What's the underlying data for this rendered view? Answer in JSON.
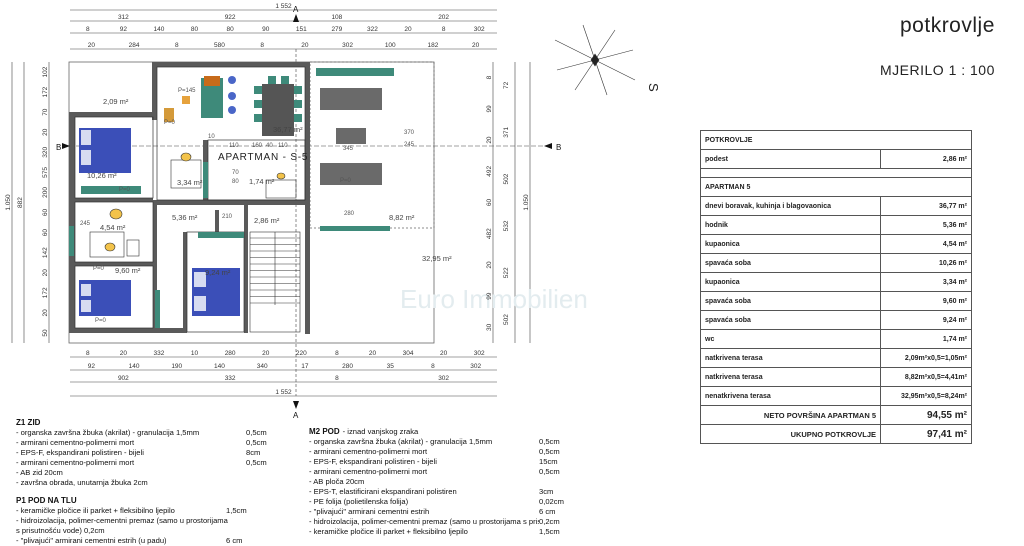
{
  "header": {
    "title": "potkrovlje",
    "scale": "MJERILO 1 : 100",
    "compass_label": "S"
  },
  "plan": {
    "apartment_label": "APARTMAN - S-5",
    "watermark": "Euro Immobilien",
    "section_marks": [
      "B",
      "B",
      "A",
      "A"
    ],
    "rooms": [
      {
        "label": "2,09 m²"
      },
      {
        "label": "36,77 m²"
      },
      {
        "label": "10,26 m²"
      },
      {
        "label": "3,34 m²"
      },
      {
        "label": "1,74 m²"
      },
      {
        "label": "5,36 m²"
      },
      {
        "label": "2,86 m²"
      },
      {
        "label": "8,82 m²"
      },
      {
        "label": "4,54 m²"
      },
      {
        "label": "32,95 m²"
      },
      {
        "label": "9,60 m²"
      },
      {
        "label": "9,24 m²"
      }
    ],
    "small_labels": [
      "P=145",
      "P=0",
      "P=0",
      "P=0",
      "P=0",
      "P=0",
      "345",
      "370",
      "245",
      "210",
      "70",
      "80",
      "110",
      "10",
      "160",
      "40",
      "110",
      "280",
      "245"
    ],
    "dims_top_row1": [
      "1 552"
    ],
    "dims_top_row2": [
      "312",
      "922",
      "108",
      "202"
    ],
    "dims_top_row3": [
      "8",
      "92",
      "140",
      "80",
      "80",
      "90",
      "151",
      "279",
      "322",
      "20",
      "8",
      "302"
    ],
    "dims_top_row4": [
      "20",
      "284",
      "8",
      "580",
      "8",
      "20",
      "302",
      "100",
      "182",
      "20"
    ],
    "dims_bottom_row1": [
      "8",
      "20",
      "332",
      "10",
      "280",
      "20",
      "220",
      "8",
      "20",
      "304",
      "20",
      "302"
    ],
    "dims_bottom_row2": [
      "92",
      "140",
      "190",
      "140",
      "340",
      "17",
      "280",
      "35",
      "8",
      "302"
    ],
    "dims_bottom_row3": [
      "902",
      "332",
      "8",
      "302"
    ],
    "dims_bottom_row4": [
      "1 552"
    ],
    "dims_left_outer": [
      "1.050"
    ],
    "dims_left_mid": [
      "882"
    ],
    "dims_left_inner": [
      "102",
      "172",
      "70",
      "20",
      "320",
      "575",
      "200",
      "60",
      "60",
      "142",
      "20",
      "172",
      "20",
      "50"
    ],
    "dims_right_inner": [
      "8",
      "99",
      "20",
      "492",
      "60",
      "482",
      "20",
      "99",
      "30"
    ],
    "dims_right_mid": [
      "72",
      "371",
      "502",
      "532",
      "522",
      "502"
    ],
    "dims_right_outer": [
      "1.050"
    ]
  },
  "table": {
    "section": "POTKROVLJE",
    "podest": {
      "label": "podest",
      "value": "2,86 m²"
    },
    "apartment": "APARTMAN 5",
    "rows": [
      {
        "label": "dnevi boravak, kuhinja i blagovaonica",
        "value": "36,77 m²"
      },
      {
        "label": "hodnik",
        "value": "5,36 m²"
      },
      {
        "label": "kupaonica",
        "value": "4,54 m²"
      },
      {
        "label": "spavaća soba",
        "value": "10,26 m²"
      },
      {
        "label": "kupaonica",
        "value": "3,34 m²"
      },
      {
        "label": "spavaća soba",
        "value": "9,60 m²"
      },
      {
        "label": "spavaća soba",
        "value": "9,24 m²"
      },
      {
        "label": "wc",
        "value": "1,74 m²"
      },
      {
        "label": "natkrivena terasa",
        "value": "2,09m²x0,5=1,05m²"
      },
      {
        "label": "natkrivena terasa",
        "value": "8,82m²x0,5=4,41m²"
      },
      {
        "label": "nenatkrivena terasa",
        "value": "32,95m²x0,5=8,24m²"
      }
    ],
    "net_label": "NETO POVRŠINA APARTMAN 5",
    "net_value": "94,55 m²",
    "total_label": "UKUPNO POTKROVLJE",
    "total_value": "97,41 m²"
  },
  "notes_left": {
    "z1_title": "Z1 ZID",
    "z1_items": [
      {
        "a": "- organska završna žbuka (akrilat) - granulacija 1,5mm",
        "b": "0,5cm"
      },
      {
        "a": "- armirani cementno-polimerni mort",
        "b": "0,5cm"
      },
      {
        "a": "- EPS-F, ekspandirani polistiren - bijeli",
        "b": "8cm"
      },
      {
        "a": "- armirani cementno-polimerni mort",
        "b": "0,5cm"
      },
      {
        "a": "- AB zid  20cm",
        "b": ""
      },
      {
        "a": "- završna obrada, unutarnja žbuka 2cm",
        "b": ""
      }
    ],
    "p1_title": "P1 POD NA TLU",
    "p1_items": [
      {
        "a": "- keramičke pločice ili parket + fleksibilno ljepilo",
        "b": "1,5cm"
      },
      {
        "a": "- hidroizolacija, polimer-cementni premaz (samo u prostorijama",
        "b": ""
      },
      {
        "a": "s prisutnošću vode)          0,2cm",
        "b": ""
      },
      {
        "a": "- \"plivajući\" armirani cementni estrih (u padu)",
        "b": "6 cm"
      }
    ]
  },
  "notes_right": {
    "m2_title": "M2 POD",
    "m2_subtitle": "- iznad vanjskog zraka",
    "m2_items": [
      {
        "a": "- organska završna žbuka (akrilat) - granulacija 1,5mm",
        "b": "0,5cm"
      },
      {
        "a": "- armirani cementno-polimerni mort",
        "b": "0,5cm"
      },
      {
        "a": "- EPS-F, ekspandirani polistiren - bijeli",
        "b": "15cm"
      },
      {
        "a": "- armirani cementno-polimerni mort",
        "b": "0,5cm"
      },
      {
        "a": "- AB ploča          20cm",
        "b": ""
      },
      {
        "a": "- EPS-T, elastificirani ekspandirani polistiren",
        "b": "3cm"
      },
      {
        "a": "- PE folija (polietilenska folija)",
        "b": "0,02cm"
      },
      {
        "a": "- \"plivajući\" armirani cementni estrih",
        "b": "6 cm"
      },
      {
        "a": "- hidroizolacija, polimer-cementni premaz (samo u prostorijama s prisutnošću vode)",
        "b": "0,2cm"
      },
      {
        "a": "- keramičke pločice ili parket + fleksibilno ljepilo",
        "b": "1,5cm"
      }
    ]
  },
  "colors": {
    "wall": "#5a5a5a",
    "bed": "#3b4fb8",
    "furniture": "#3e8a7a",
    "sofa": "#6a6a6a",
    "line": "#333333"
  }
}
